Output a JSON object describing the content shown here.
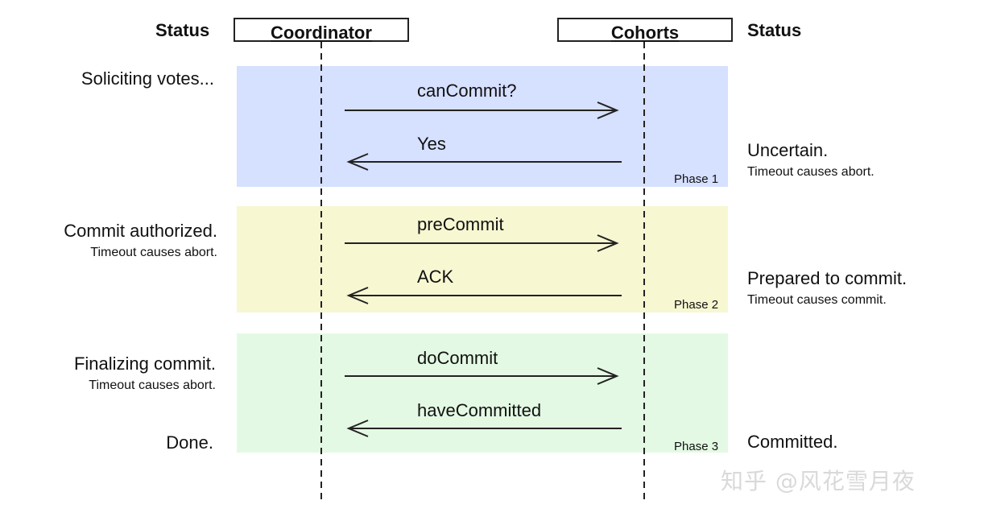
{
  "headers": {
    "status_left": "Status",
    "status_right": "Status",
    "coordinator": "Coordinator",
    "cohorts": "Cohorts"
  },
  "colors": {
    "phase1": "#d6e0ff",
    "phase2": "#f7f7d2",
    "phase3": "#e3f9e3",
    "line": "#222222"
  },
  "phases": [
    {
      "label": "Phase 1"
    },
    {
      "label": "Phase 2"
    },
    {
      "label": "Phase 3"
    }
  ],
  "messages": [
    {
      "text": "canCommit?",
      "direction": "coordinator-to-cohorts"
    },
    {
      "text": "Yes",
      "direction": "cohorts-to-coordinator"
    },
    {
      "text": "preCommit",
      "direction": "coordinator-to-cohorts"
    },
    {
      "text": "ACK",
      "direction": "cohorts-to-coordinator"
    },
    {
      "text": "doCommit",
      "direction": "coordinator-to-cohorts"
    },
    {
      "text": "haveCommitted",
      "direction": "cohorts-to-coordinator"
    }
  ],
  "coordinator_status": {
    "soliciting": "Soliciting votes...",
    "authorized": "Commit authorized.",
    "authorized_note": "Timeout causes abort.",
    "finalizing": "Finalizing commit.",
    "finalizing_note": "Timeout causes abort.",
    "done": "Done."
  },
  "cohort_status": {
    "uncertain": "Uncertain.",
    "uncertain_note": "Timeout causes abort.",
    "prepared": "Prepared to commit.",
    "prepared_note": "Timeout causes commit.",
    "committed": "Committed."
  },
  "watermark": "知乎 @风花雪月夜"
}
